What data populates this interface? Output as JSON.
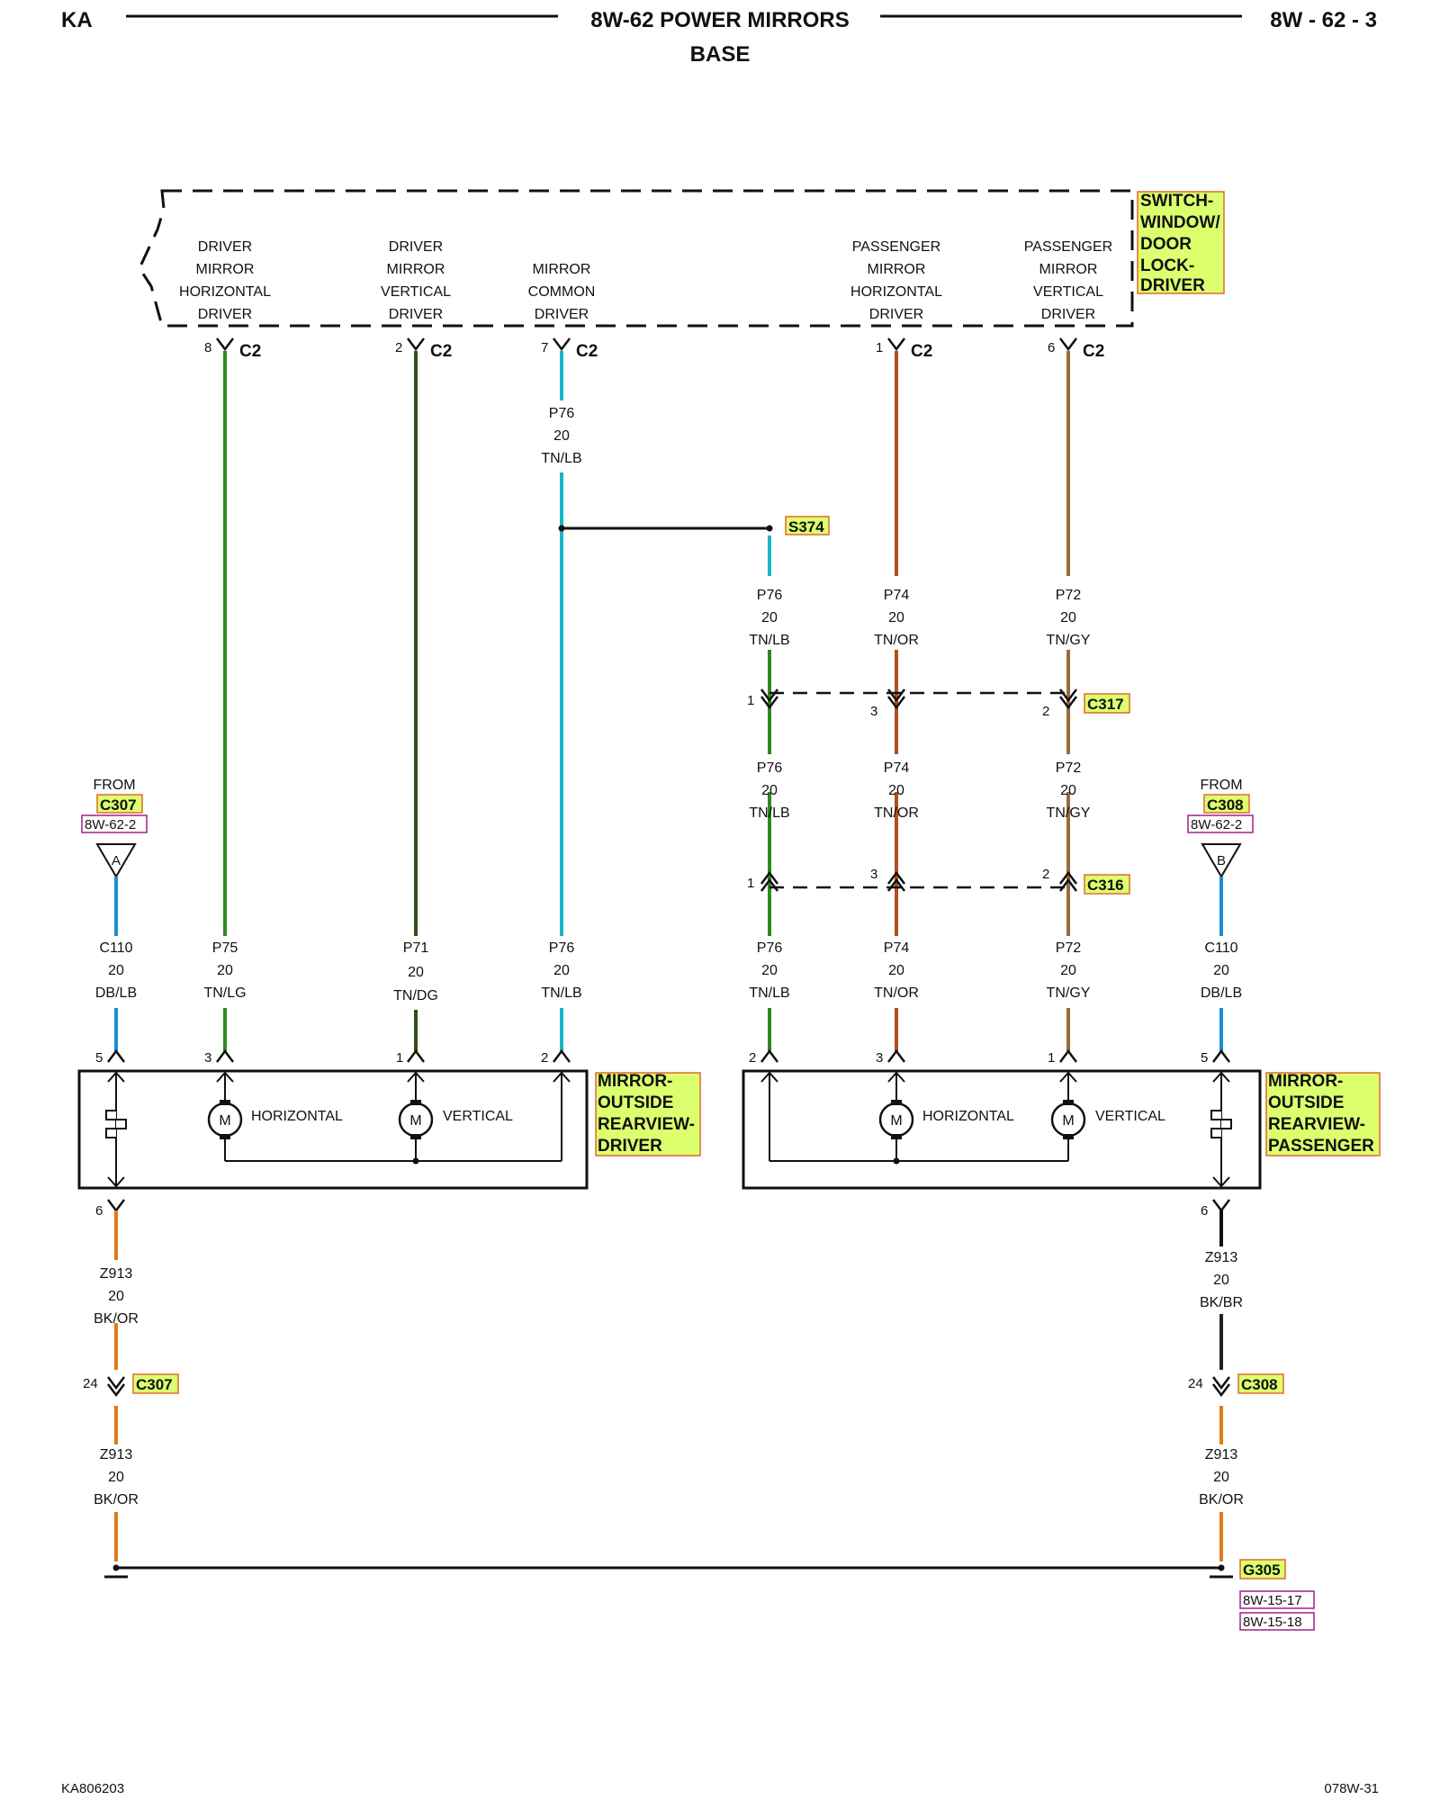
{
  "header": {
    "left": "KA",
    "title": "8W-62 POWER MIRRORS",
    "subtitle": "BASE",
    "right": "8W - 62 - 3"
  },
  "footer": {
    "left": "KA806203",
    "right": "078W-31"
  },
  "colors": {
    "green": "#2e8b1e",
    "dark_green": "#2f4f1a",
    "cyan": "#19b6c8",
    "brown_orange": "#b3501c",
    "tan": "#9a6a3a",
    "blue": "#1a8fd0",
    "orange": "#e07a1a",
    "tag_fill": "#dcff6e",
    "tag_border": "#e06a2a",
    "ref_border": "#a0208a"
  },
  "switch": {
    "title_lines": [
      "SWITCH-",
      "WINDOW/",
      "DOOR",
      "LOCK-",
      "DRIVER"
    ],
    "functions": [
      {
        "lines": [
          "DRIVER",
          "MIRROR",
          "HORIZONTAL",
          "DRIVER"
        ]
      },
      {
        "lines": [
          "DRIVER",
          "MIRROR",
          "VERTICAL",
          "DRIVER"
        ]
      },
      {
        "lines": [
          "MIRROR",
          "COMMON",
          "DRIVER"
        ]
      },
      {
        "lines": [
          "PASSENGER",
          "MIRROR",
          "HORIZONTAL",
          "DRIVER"
        ]
      },
      {
        "lines": [
          "PASSENGER",
          "MIRROR",
          "VERTICAL",
          "DRIVER"
        ]
      }
    ],
    "connector_name": "C2",
    "pins": [
      "8",
      "2",
      "7",
      "1",
      "6"
    ]
  },
  "wires": {
    "p76_top": [
      "P76",
      "20",
      "TN/LB"
    ],
    "p76": [
      "P76",
      "20",
      "TN/LB"
    ],
    "p74": [
      "P74",
      "20",
      "TN/OR"
    ],
    "p72": [
      "P72",
      "20",
      "TN/GY"
    ],
    "p75": [
      "P75",
      "20",
      "TN/LG"
    ],
    "p71": [
      "P71",
      "20",
      "TN/DG"
    ],
    "c110": [
      "C110",
      "20",
      "DB/LB"
    ],
    "z913_bkor": [
      "Z913",
      "20",
      "BK/OR"
    ],
    "z913_bkbr": [
      "Z913",
      "20",
      "BK/BR"
    ]
  },
  "splice": {
    "name": "S374"
  },
  "c317": {
    "name": "C317",
    "pins": [
      "1",
      "3",
      "2"
    ]
  },
  "c316": {
    "name": "C316",
    "pins": [
      "1",
      "3",
      "2"
    ]
  },
  "from_left": {
    "from": "FROM",
    "connector": "C307",
    "ref": "8W-62-2",
    "letter": "A"
  },
  "from_right": {
    "from": "FROM",
    "connector": "C308",
    "ref": "8W-62-2",
    "letter": "B"
  },
  "mirror_driver": {
    "title_lines": [
      "MIRROR-",
      "OUTSIDE",
      "REARVIEW-",
      "DRIVER"
    ],
    "pins_top": [
      "5",
      "3",
      "1",
      "2"
    ],
    "pin_bottom": "6",
    "motor_letter": "M",
    "horizontal": "HORIZONTAL",
    "vertical": "VERTICAL"
  },
  "mirror_passenger": {
    "title_lines": [
      "MIRROR-",
      "OUTSIDE",
      "REARVIEW-",
      "PASSENGER"
    ],
    "pins_top": [
      "2",
      "3",
      "1",
      "5"
    ],
    "pin_bottom": "6",
    "motor_letter": "M",
    "horizontal": "HORIZONTAL",
    "vertical": "VERTICAL"
  },
  "c307": {
    "name": "C307",
    "pin": "24"
  },
  "c308": {
    "name": "C308",
    "pin": "24"
  },
  "ground": {
    "name": "G305",
    "refs": [
      "8W-15-17",
      "8W-15-18"
    ]
  }
}
